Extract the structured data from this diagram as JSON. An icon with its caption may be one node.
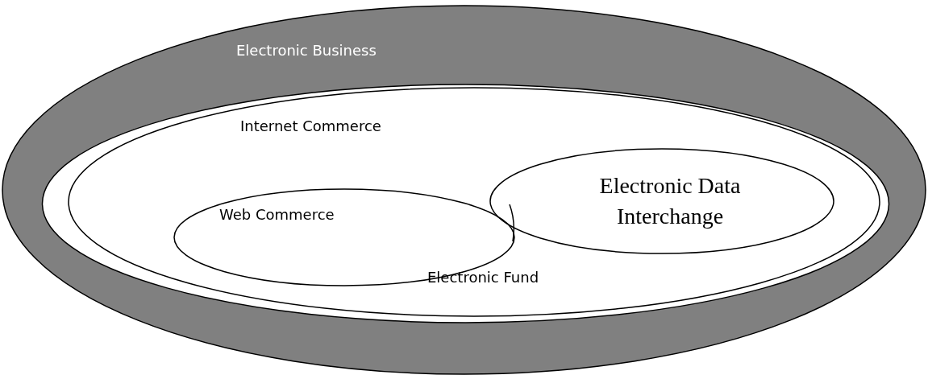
{
  "diagram": {
    "nodes": [
      {
        "text": [
          "Electronic Business"
        ]
      },
      {
        "text": [
          "Internet Commerce"
        ],
        "in": 0
      },
      {
        "text": [
          "Web Commerce"
        ],
        "in": 1
      },
      {
        "text": [
          "Electronic Data Interchange"
        ],
        "in": 1
      }
    ],
    "labels": [
      "Electronic Fund"
    ]
  }
}
